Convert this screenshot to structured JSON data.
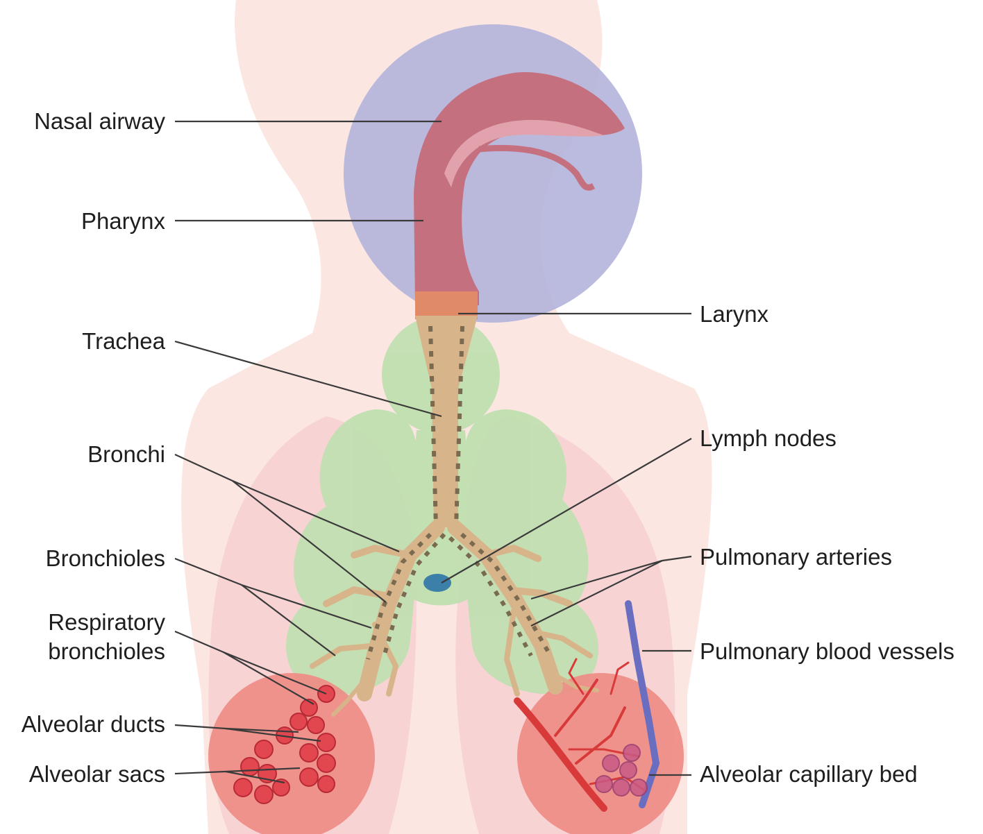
{
  "colors": {
    "body_silhouette": "#fbe6e1",
    "head_zone": "#b3b4dc",
    "green_zone": "#bfe0b0",
    "alveolar_zone": "#ef8c86",
    "airway_pink": "#c5707f",
    "airway_brown": "#d8b48a",
    "lymph_node": "#3c7fa8",
    "vein_blue": "#6a6ec0",
    "artery_red": "#d83a3a"
  },
  "labels": {
    "nasal_airway": "Nasal airway",
    "pharynx": "Pharynx",
    "larynx": "Larynx",
    "trachea": "Trachea",
    "bronchi": "Bronchi",
    "lymph_nodes": "Lymph nodes",
    "bronchioles": "Bronchioles",
    "pulmonary_arteries": "Pulmonary arteries",
    "respiratory_bronchioles_line1": "Respiratory",
    "respiratory_bronchioles_line2": "bronchioles",
    "pulmonary_blood_vessels": "Pulmonary blood vessels",
    "alveolar_ducts": "Alveolar ducts",
    "alveolar_sacs": "Alveolar sacs",
    "alveolar_capillary_bed": "Alveolar capillary bed"
  }
}
